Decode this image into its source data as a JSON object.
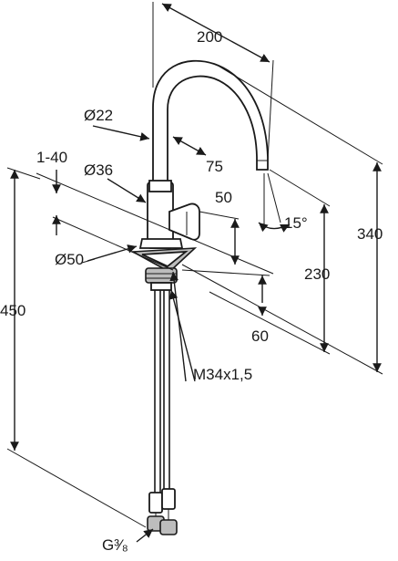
{
  "labels": {
    "d200": "200",
    "d22": "Ø22",
    "d75": "75",
    "d1_40": "1-40",
    "d36": "Ø36",
    "d50": "50",
    "angle15": "15°",
    "d340": "340",
    "d230": "230",
    "d450": "450",
    "d50dia": "Ø50",
    "d60": "60",
    "thread": "M34x1,5",
    "connector": "G³⁄₈"
  }
}
